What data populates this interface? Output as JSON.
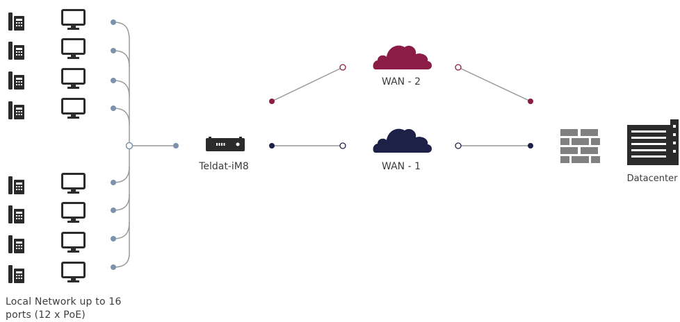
{
  "local_network": {
    "label": "Local Network up to 16 ports (12 x PoE)"
  },
  "router": {
    "label": "Teldat-iM8"
  },
  "wan2": {
    "label": "WAN - 2",
    "color": "#8b1c45"
  },
  "wan1": {
    "label": "WAN - 1",
    "color": "#1d2147"
  },
  "datacenter": {
    "label": "Datacenter"
  },
  "icons": [
    "desk-phone-icon",
    "monitor-icon",
    "router-icon",
    "cloud-icon",
    "firewall-icon",
    "server-building-icon"
  ],
  "colors": {
    "lan_dot": "#7d93ab",
    "line": "#9a9a9a",
    "icon_dark": "#2b2b2b",
    "firewall": "#808080"
  }
}
